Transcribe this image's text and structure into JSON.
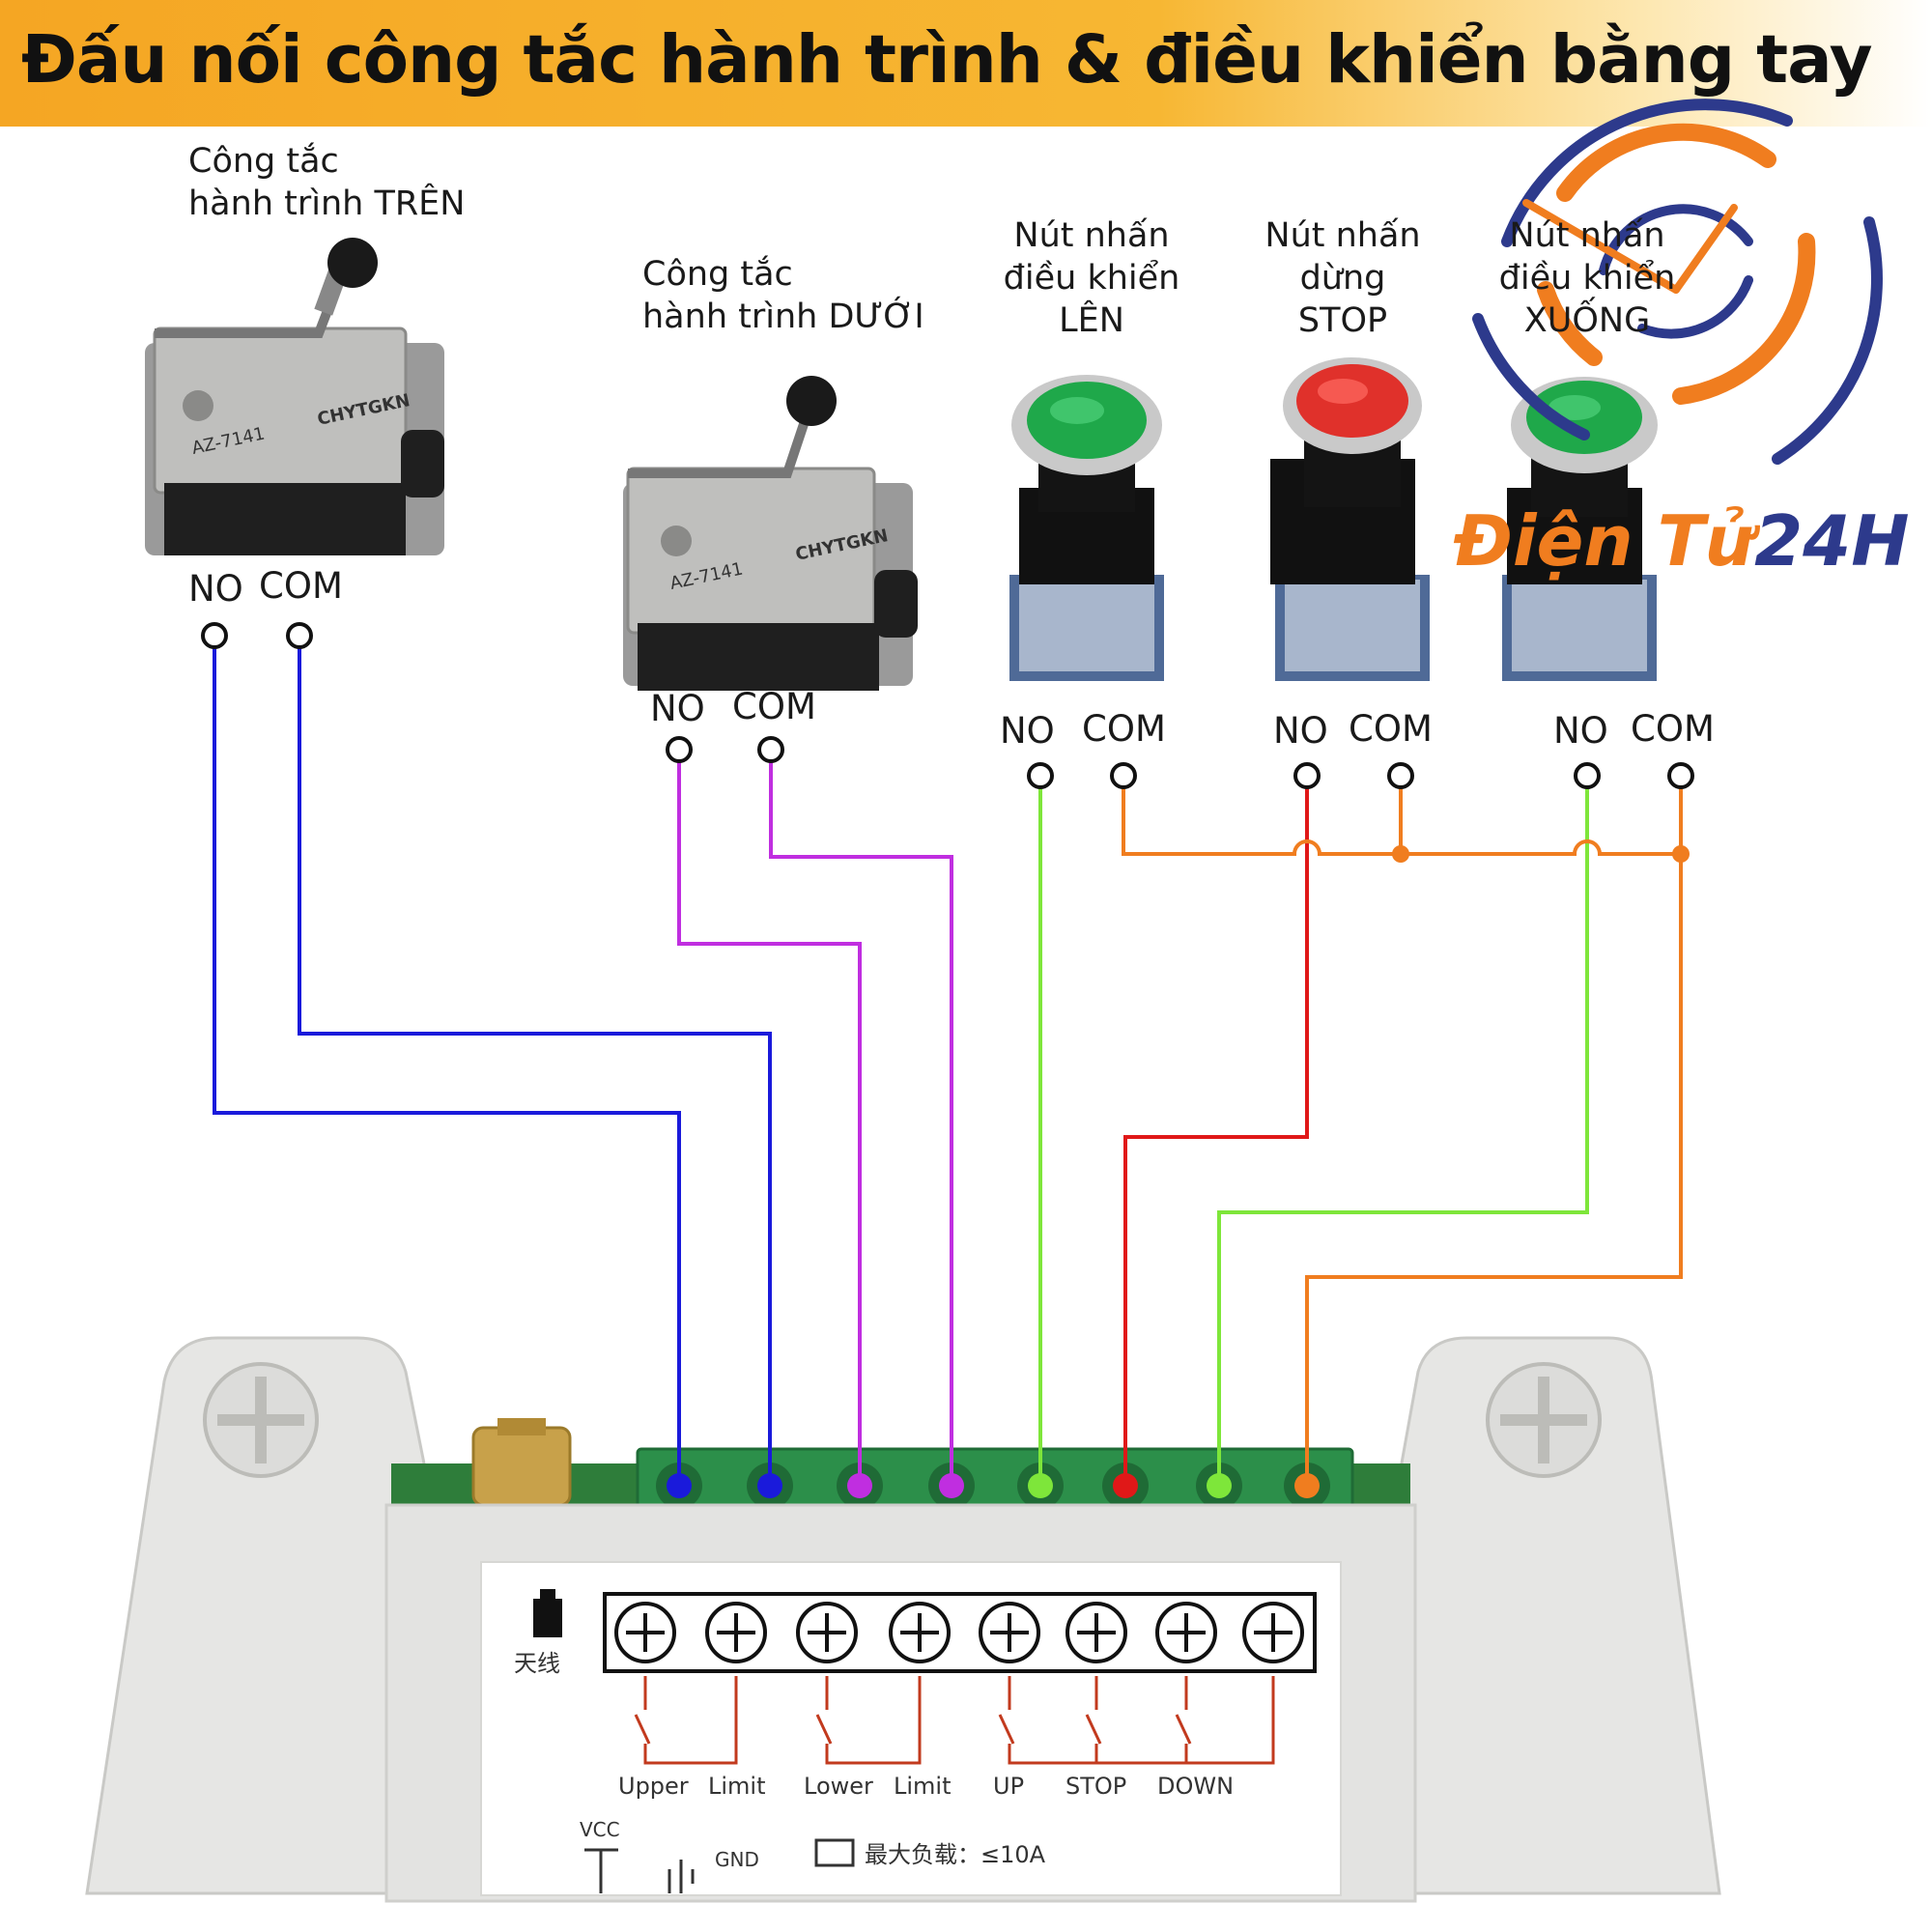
{
  "header": {
    "title": "Đấu nối công tắc hành trình & điều khiển bằng tay"
  },
  "components": {
    "upper_limit": {
      "label": "Công tắc\nhành trình TRÊN",
      "no": "NO",
      "com": "COM",
      "model": "AZ-7141",
      "brand": "CHYTGKN"
    },
    "lower_limit": {
      "label": "Công tắc\nhành trình DƯỚI",
      "no": "NO",
      "com": "COM",
      "model": "AZ-7141",
      "brand": "CHYTGKN"
    },
    "btn_up": {
      "label": "Nút nhấn\nđiều khiển\nLÊN",
      "no": "NO",
      "com": "COM",
      "cap_color": "#1fa84a"
    },
    "btn_stop": {
      "label": "Nút nhấn\ndừng\nSTOP",
      "no": "NO",
      "com": "COM",
      "cap_color": "#e0312b"
    },
    "btn_down": {
      "label": "Nút nhấn\nđiều khiển\nXUỐNG",
      "no": "NO",
      "com": "COM",
      "cap_color": "#1fa84a"
    }
  },
  "wire_colors": {
    "upper": "#1a1adb",
    "lower": "#c02ee0",
    "up": "#7ee63a",
    "stop": "#e01818",
    "down": "#7ee63a",
    "common": "#f07d1f"
  },
  "board": {
    "antenna_label": "天线",
    "terminal_labels": [
      "Upper",
      "Limit",
      "Lower",
      "Limit",
      "UP",
      "STOP",
      "DOWN"
    ],
    "vcc": "VCC",
    "gnd": "GND",
    "max_load": "最大负载：≤10A"
  },
  "logo": {
    "text_a": "Điện Tử",
    "text_b": "24H"
  }
}
